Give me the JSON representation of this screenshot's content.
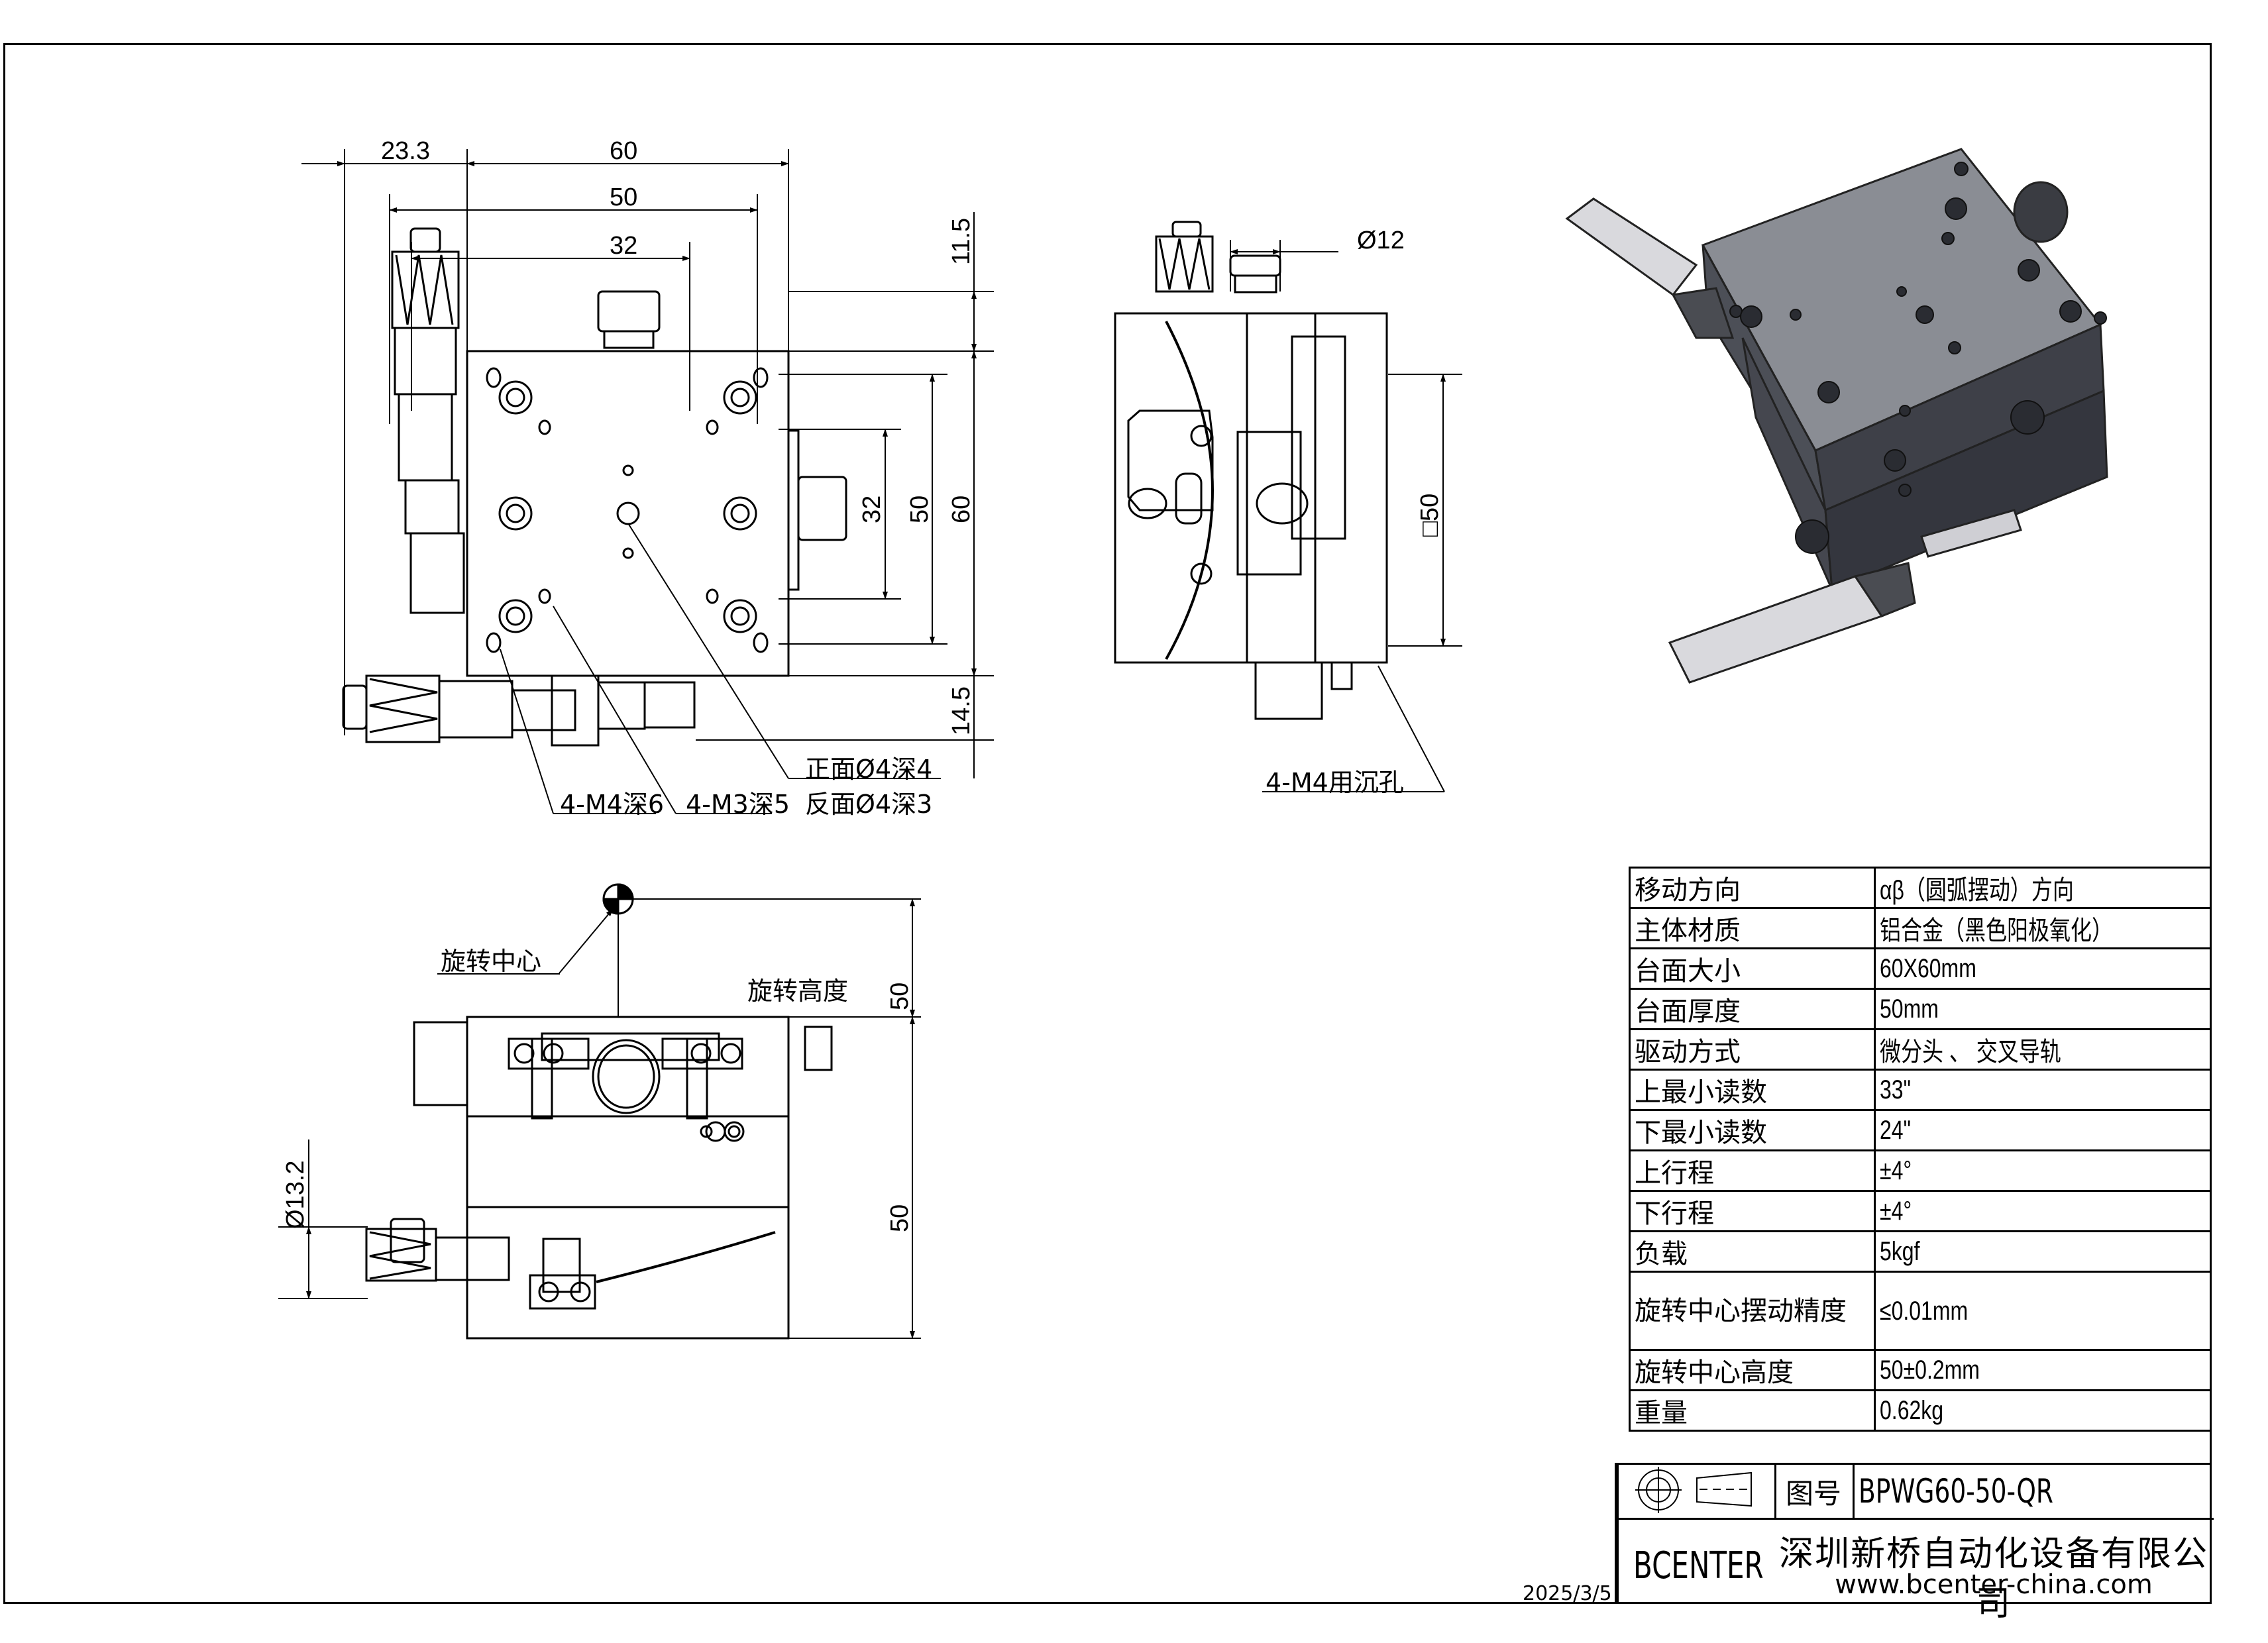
{
  "drawing": {
    "top_view": {
      "dims_horizontal": [
        "23.3",
        "60",
        "50",
        "32"
      ],
      "dims_vertical": [
        "11.5",
        "32",
        "50",
        "60",
        "14.5"
      ],
      "callouts": [
        "正面Ø4深4",
        "反面Ø4深3",
        "4-M4深6",
        "4-M3深5"
      ]
    },
    "side_view": {
      "dims": [
        "Ø12",
        "□50"
      ],
      "callouts": [
        "4-M4用沉孔"
      ]
    },
    "front_view": {
      "rotation_center_label": "旋转中心",
      "rotation_height_label": "旋转高度",
      "dims": [
        "50",
        "50",
        "Ø13.2"
      ]
    },
    "isometric": {
      "icon": "product-3d-render",
      "colors": {
        "body": "#5b5e66",
        "top": "#8a8d94",
        "micrometer": "#d9d9dd"
      }
    }
  },
  "spec_table": [
    {
      "key": "移动方向",
      "value": "αβ（圆弧摆动）方向"
    },
    {
      "key": "主体材质",
      "value": "铝合金（黑色阳极氧化）"
    },
    {
      "key": "台面大小",
      "value": "60X60mm"
    },
    {
      "key": "台面厚度",
      "value": "50mm"
    },
    {
      "key": "驱动方式",
      "value": "微分头 、 交叉导轨"
    },
    {
      "key": "上最小读数",
      "value": "33\""
    },
    {
      "key": "下最小读数",
      "value": "24\""
    },
    {
      "key": "上行程",
      "value": "±4°"
    },
    {
      "key": "下行程",
      "value": "±4°"
    },
    {
      "key": "负载",
      "value": "5kgf"
    },
    {
      "key": "旋转中心摆动精度",
      "value": "≤0.01mm"
    },
    {
      "key": "旋转中心高度",
      "value": "50±0.2mm"
    },
    {
      "key": "重量",
      "value": "0.62kg"
    }
  ],
  "title_block": {
    "projection_symbol": "first-angle-projection-icon",
    "drawing_no_label": "图号",
    "drawing_no": "BPWG60-50-QR",
    "brand": "BCENTER",
    "company": "深圳新桥自动化设备有限公司",
    "url": "www.bcenter-china.com"
  },
  "date": "2025/3/5"
}
